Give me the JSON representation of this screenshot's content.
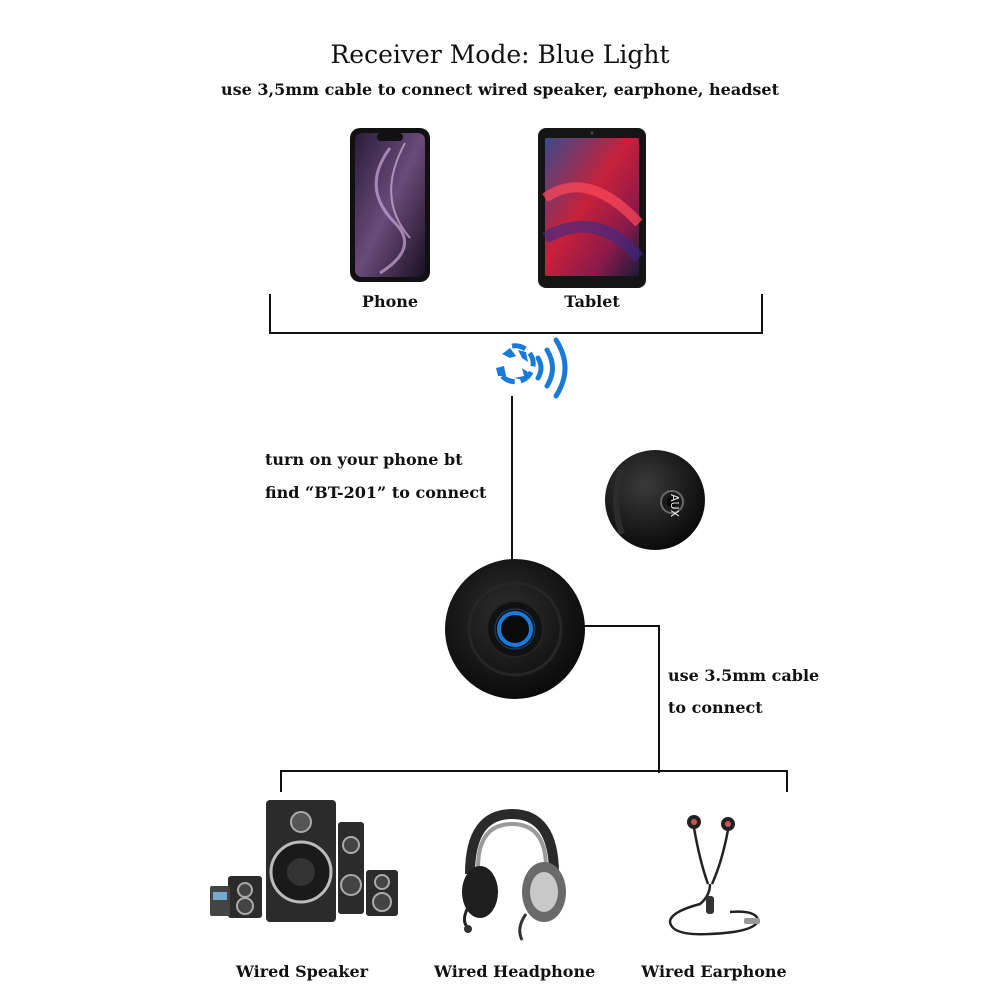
{
  "title": "Receiver Mode: Blue Light",
  "subtitle": "use 3,5mm cable to connect wired speaker, earphone, headset",
  "sources": [
    {
      "label": "Phone",
      "icon": "phone-icon"
    },
    {
      "label": "Tablet",
      "icon": "tablet-icon"
    }
  ],
  "pairing_instructions": {
    "line1": "turn on your phone bt",
    "line2": "find “BT-201” to connect"
  },
  "device": {
    "port_label": "AUX",
    "icon": "bluetooth-receiver-icon",
    "signal_icon": "wireless-signal-icon"
  },
  "cable_instructions": {
    "line1": "use 3.5mm cable",
    "line2": "to connect"
  },
  "outputs": [
    {
      "label": "Wired Speaker",
      "icon": "speaker-system-icon"
    },
    {
      "label": "Wired Headphone",
      "icon": "headphone-icon"
    },
    {
      "label": "Wired Earphone",
      "icon": "earphone-icon"
    }
  ],
  "colors": {
    "accent_blue": "#1a7ad9",
    "device_black": "#0d0d0d",
    "line": "#111111"
  }
}
